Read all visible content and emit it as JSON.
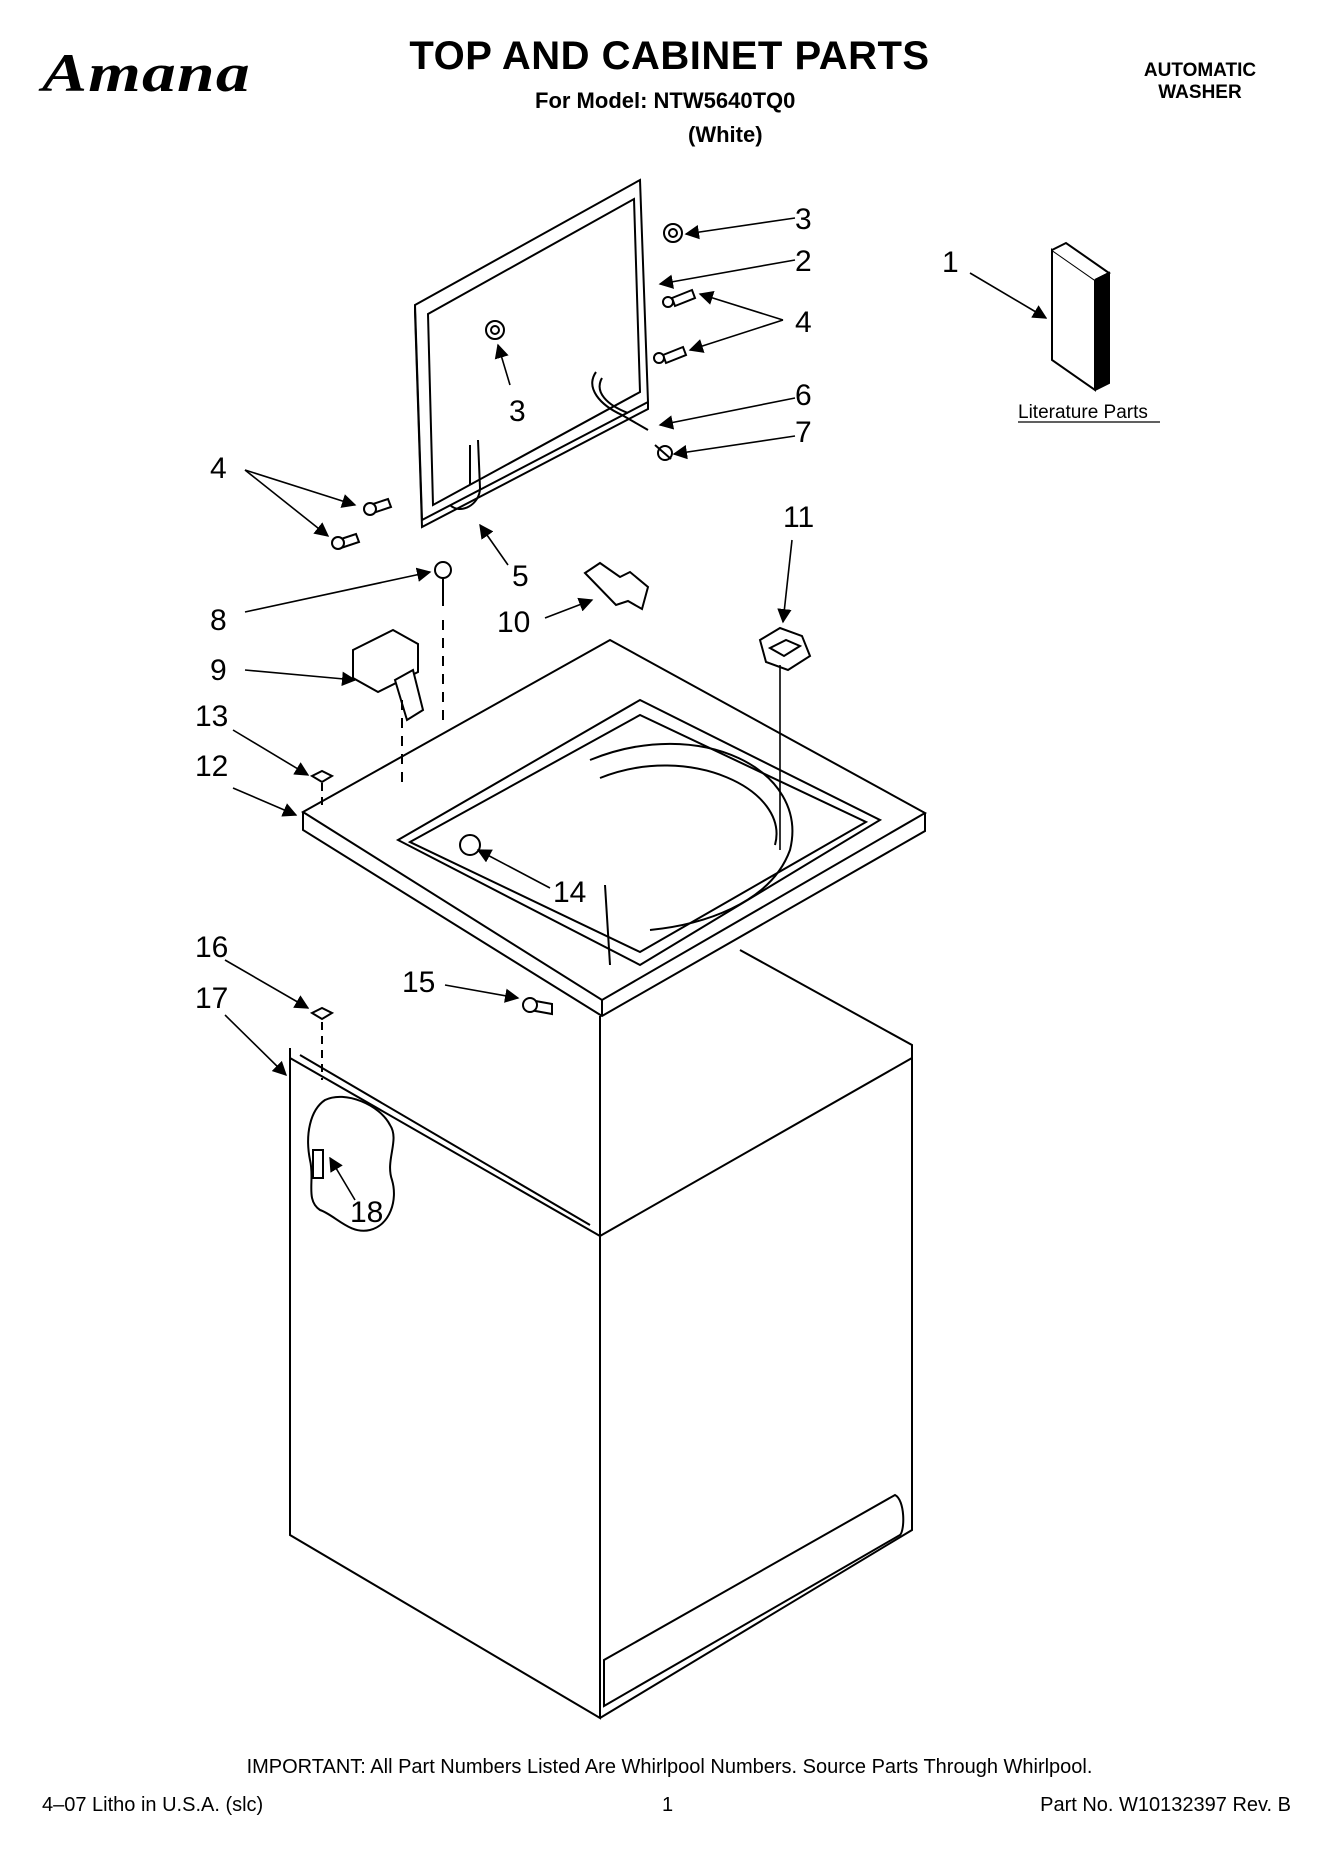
{
  "header": {
    "brand": "Amana",
    "title": "TOP AND CABINET PARTS",
    "model_line": "For Model: NTW5640TQ0",
    "color_line": "(White)",
    "product_line1": "AUTOMATIC",
    "product_line2": "WASHER"
  },
  "callouts": {
    "c1": "1",
    "c2": "2",
    "c3a": "3",
    "c3b": "3",
    "c4a": "4",
    "c4b": "4",
    "c5": "5",
    "c6": "6",
    "c7": "7",
    "c8": "8",
    "c9": "9",
    "c10": "10",
    "c11": "11",
    "c12": "12",
    "c13": "13",
    "c14": "14",
    "c15": "15",
    "c16": "16",
    "c17": "17",
    "c18": "18"
  },
  "literature_label": "Literature Parts",
  "footer": {
    "important": "IMPORTANT: All Part Numbers Listed Are Whirlpool Numbers. Source Parts Through Whirlpool.",
    "litho": "4–07 Litho in U.S.A. (slc)",
    "page": "1",
    "part_no": "Part No. W10132397 Rev. B"
  }
}
